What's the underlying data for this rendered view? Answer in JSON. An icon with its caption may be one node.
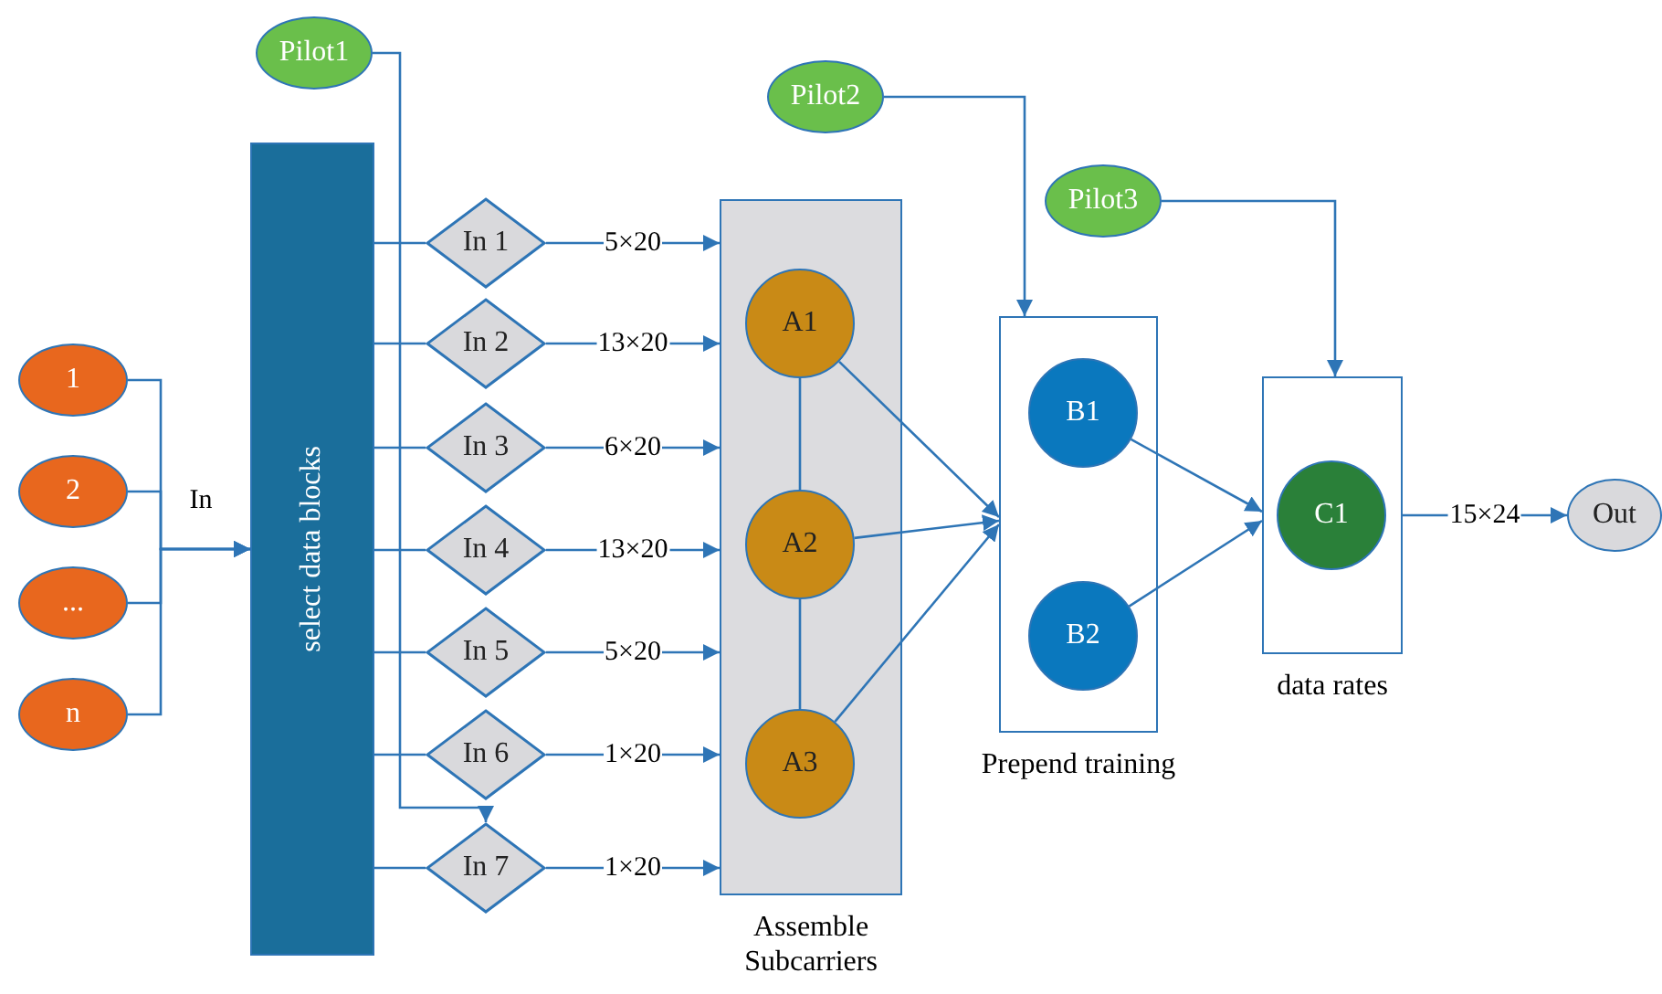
{
  "diagram": {
    "nodes": [
      {
        "text": [
          "1"
        ]
      },
      {
        "text": [
          "2"
        ]
      },
      {
        "text": [
          "..."
        ]
      },
      {
        "text": [
          "n"
        ]
      },
      {
        "text": [
          "Pilot1"
        ]
      },
      {
        "text": [
          "select data blocks"
        ]
      },
      {
        "text": [
          "In 1"
        ]
      },
      {
        "text": [
          "In 2"
        ]
      },
      {
        "text": [
          "In 3"
        ]
      },
      {
        "text": [
          "In 4"
        ]
      },
      {
        "text": [
          "In 5"
        ]
      },
      {
        "text": [
          "In 6"
        ]
      },
      {
        "text": [
          "In 7"
        ]
      },
      {
        "text": [
          "Assemble Subcarriers"
        ]
      },
      {
        "text": [
          "A1"
        ],
        "in": 13
      },
      {
        "text": [
          "A2"
        ],
        "in": 13
      },
      {
        "text": [
          "A3"
        ],
        "in": 13
      },
      {
        "text": [
          "Pilot2"
        ]
      },
      {
        "text": [
          "Pilot3"
        ]
      },
      {
        "text": [
          "Prepend training"
        ]
      },
      {
        "text": [
          "B1"
        ],
        "in": 19
      },
      {
        "text": [
          "B2"
        ],
        "in": 19
      },
      {
        "text": [
          "data rates"
        ]
      },
      {
        "text": [
          "C1"
        ],
        "in": 22
      },
      {
        "text": [
          "Out"
        ]
      }
    ],
    "edges": [
      {
        "from": 0,
        "to": 5,
        "arrow": "to"
      },
      {
        "from": 1,
        "to": 5,
        "arrow": "to",
        "label": "In"
      },
      {
        "from": 2,
        "to": 5,
        "arrow": "to"
      },
      {
        "from": 3,
        "to": 5,
        "arrow": "to"
      },
      {
        "from": 5,
        "to": 6,
        "arrow": "none"
      },
      {
        "from": 5,
        "to": 7,
        "arrow": "none"
      },
      {
        "from": 5,
        "to": 8,
        "arrow": "none"
      },
      {
        "from": 5,
        "to": 9,
        "arrow": "none"
      },
      {
        "from": 5,
        "to": 10,
        "arrow": "none"
      },
      {
        "from": 5,
        "to": 11,
        "arrow": "none"
      },
      {
        "from": 5,
        "to": 12,
        "arrow": "none"
      },
      {
        "from": 4,
        "to": 12,
        "arrow": "to"
      },
      {
        "from": 6,
        "to": 13,
        "arrow": "to",
        "label": "5×20"
      },
      {
        "from": 7,
        "to": 13,
        "arrow": "to",
        "label": "13×20"
      },
      {
        "from": 8,
        "to": 13,
        "arrow": "to",
        "label": "6×20"
      },
      {
        "from": 9,
        "to": 13,
        "arrow": "to",
        "label": "13×20"
      },
      {
        "from": 10,
        "to": 13,
        "arrow": "to",
        "label": "5×20"
      },
      {
        "from": 11,
        "to": 13,
        "arrow": "to",
        "label": "1×20"
      },
      {
        "from": 12,
        "to": 13,
        "arrow": "to",
        "label": "1×20"
      },
      {
        "from": 14,
        "to": 15,
        "arrow": "none"
      },
      {
        "from": 15,
        "to": 16,
        "arrow": "none"
      },
      {
        "from": 14,
        "to": 19,
        "arrow": "to"
      },
      {
        "from": 15,
        "to": 19,
        "arrow": "to"
      },
      {
        "from": 16,
        "to": 19,
        "arrow": "to"
      },
      {
        "from": 17,
        "to": 19,
        "arrow": "to"
      },
      {
        "from": 20,
        "to": 22,
        "arrow": "to"
      },
      {
        "from": 21,
        "to": 22,
        "arrow": "to"
      },
      {
        "from": 18,
        "to": 22,
        "arrow": "to"
      },
      {
        "from": 22,
        "to": 24,
        "arrow": "to",
        "label": "15×24"
      }
    ]
  }
}
